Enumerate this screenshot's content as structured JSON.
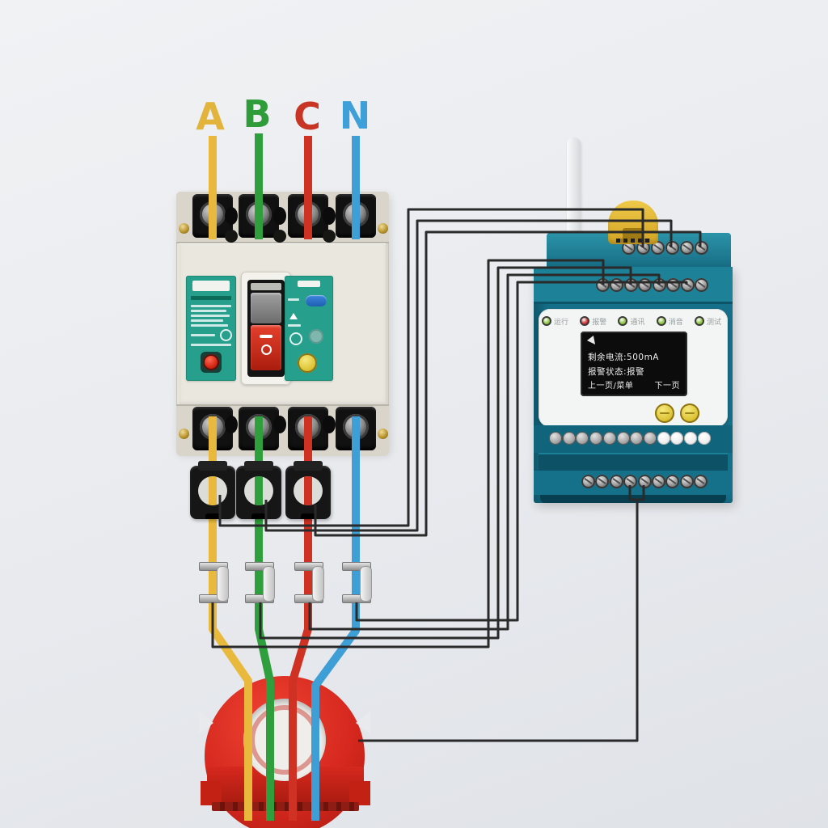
{
  "phases": [
    {
      "label": "A",
      "color": "#e2b43c"
    },
    {
      "label": "B",
      "color": "#2e9c38"
    },
    {
      "label": "C",
      "color": "#c93524"
    },
    {
      "label": "N",
      "color": "#3f9fd8"
    }
  ],
  "colors": {
    "phase_a": "#e8b93c",
    "phase_b": "#2f9e3d",
    "phase_c": "#cf3222",
    "phase_n": "#3e9ed6",
    "signal_wire": "#2a2a2a",
    "breaker_teal": "#26a08c",
    "device_teal": "#15708a",
    "ring_red": "#d6281e",
    "button_yellow": "#ddc335",
    "screen_bg": "#0c0c0c"
  },
  "monitor": {
    "leds": [
      {
        "label": "运行",
        "color": "#8cc63e"
      },
      {
        "label": "报警",
        "color": "#d03030"
      },
      {
        "label": "通讯",
        "color": "#8cc63e"
      },
      {
        "label": "消音",
        "color": "#8cc63e"
      },
      {
        "label": "测试",
        "color": "#8cc63e"
      }
    ],
    "screen": {
      "line1": "剩余电流:500mA",
      "line2": "报警状态:报警",
      "nav_left": "上一页/菜单",
      "nav_right": "下一页"
    },
    "terminal_rows": {
      "top": {
        "count": 6,
        "kind": "screw",
        "dot_name": "terminal-screw"
      },
      "second": {
        "count": 8,
        "kind": "screw",
        "dot_name": "terminal-screw"
      },
      "mid": {
        "count": 12,
        "kind": "rivet",
        "light_last": 4,
        "dot_name": "terminal-rivet"
      },
      "bottom": {
        "count": 9,
        "kind": "screw",
        "dot_name": "terminal-screw"
      }
    }
  }
}
